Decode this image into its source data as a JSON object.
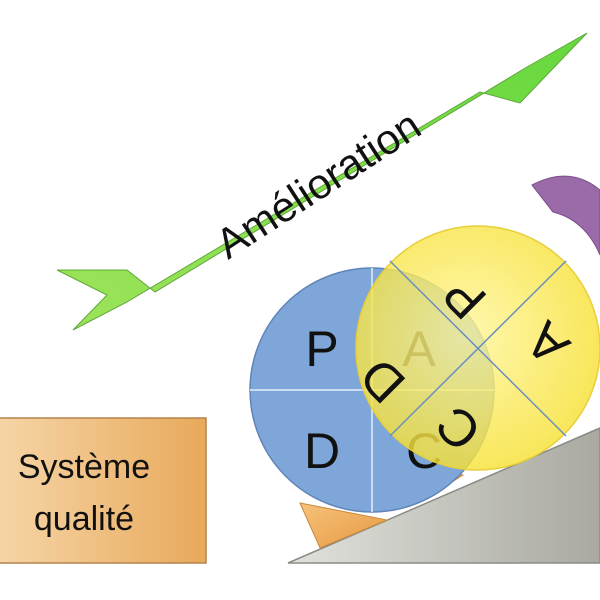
{
  "arrow": {
    "label": "Amélioration"
  },
  "system_box": {
    "line1": "Système",
    "line2": "qualité"
  },
  "blue_wheel": {
    "p": "P",
    "d": "D",
    "c": "C",
    "a": "A"
  },
  "yellow_wheel": {
    "p": "P",
    "d": "D",
    "c": "C",
    "a": "A"
  },
  "colors": {
    "arrow_green": "#7ed957",
    "blue_circle": "#7ea6d8",
    "yellow_circle": "#fff05a",
    "ramp_gray": "#bdbdb6",
    "wedge_orange": "#f3b36a",
    "box_orange": "#f0c48c",
    "purple_arc": "#9b6aa8"
  }
}
